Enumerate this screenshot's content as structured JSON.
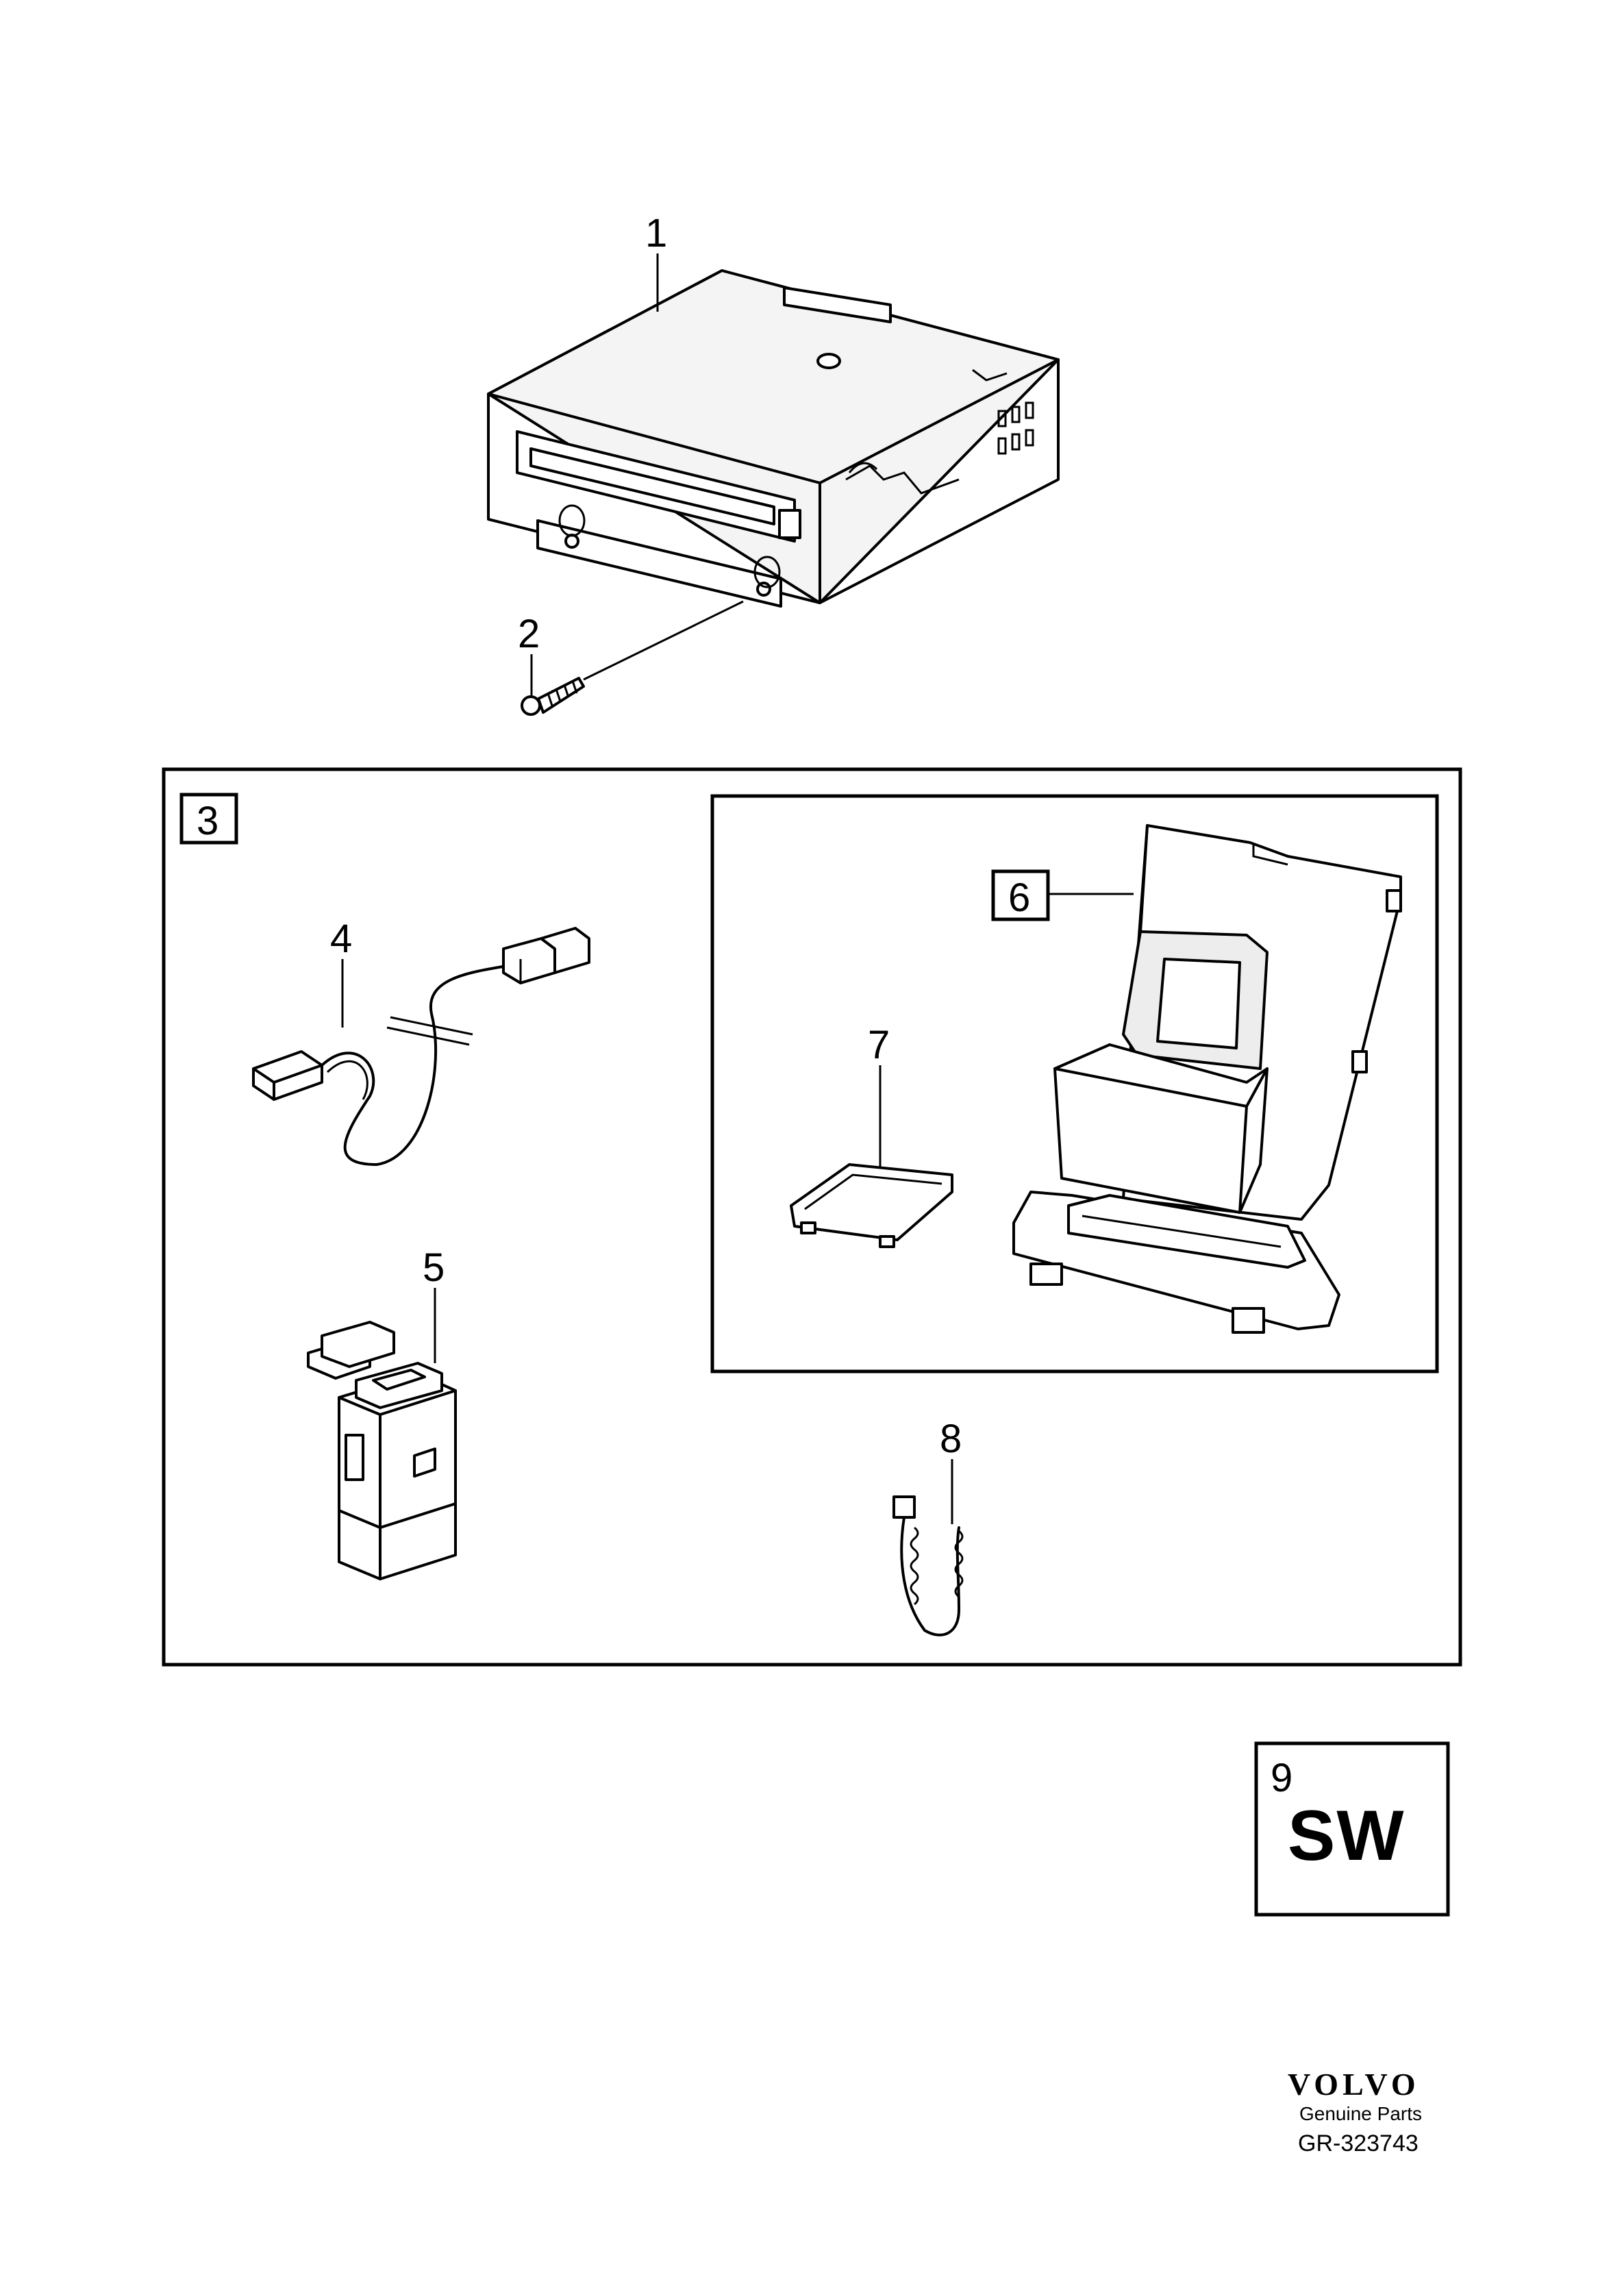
{
  "callouts": {
    "c1": "1",
    "c2": "2",
    "c3": "3",
    "c4": "4",
    "c5": "5",
    "c6": "6",
    "c7": "7",
    "c8": "8",
    "c9": "9"
  },
  "symbol_box": {
    "text": "SW"
  },
  "footer": {
    "brand": "VOLVO",
    "tagline": "Genuine Parts",
    "reference": "GR-323743"
  }
}
